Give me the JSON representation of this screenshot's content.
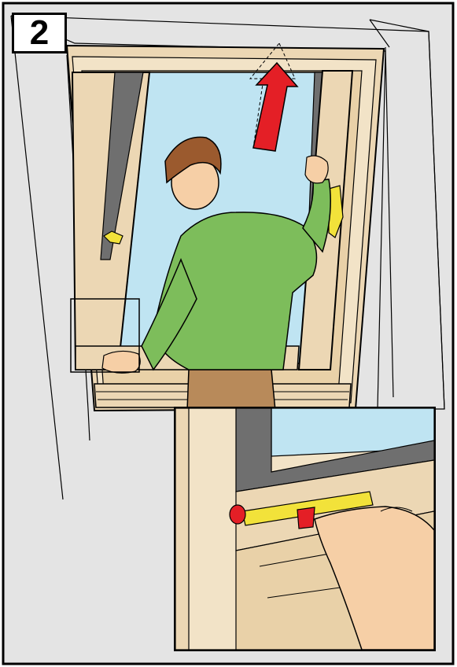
{
  "instruction": {
    "step_number": "2",
    "panels": [
      {
        "illustration": "person-opening-roof-window"
      },
      {
        "illustration": "ventilation-bar-detail-closeup"
      }
    ],
    "arrow_icon": "up-arrow-icon",
    "colors": {
      "background": "#e4e4e4",
      "wood": "#ecd7b4",
      "glass": "#bfe4f2",
      "shirt": "#7dbd5b",
      "hair": "#9b5a2e",
      "arrow": "#e41f26",
      "handle": "#f2e23a",
      "skin": "#f6cfa6",
      "trousers": "#b88a5a",
      "seal": "#6f6f6f"
    }
  }
}
